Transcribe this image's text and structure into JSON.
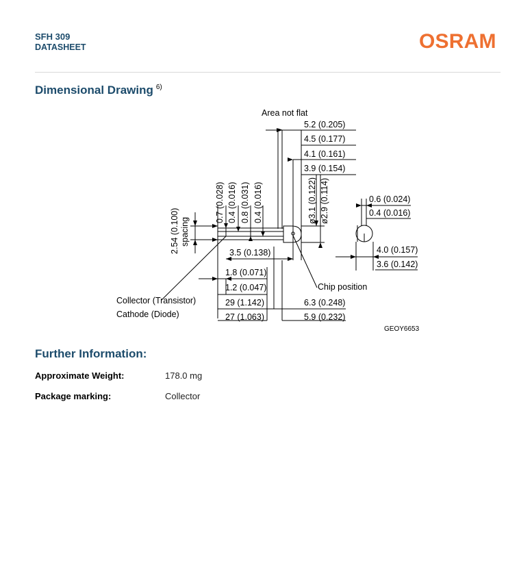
{
  "header": {
    "product": "SFH 309",
    "doc_type": "DATASHEET",
    "brand": "OSRAM",
    "brand_color": "#ee7031",
    "heading_color": "#1c4b6b"
  },
  "drawing_section": {
    "title": "Dimensional Drawing",
    "footnote_ref": "6)",
    "labels": {
      "area_not_flat": "Area not flat",
      "d_5_2": "5.2 (0.205)",
      "d_4_5": "4.5 (0.177)",
      "d_4_1": "4.1 (0.161)",
      "d_3_9": "3.9 (0.154)",
      "d_0_6": "0.6 (0.024)",
      "d_0_4r": "0.4 (0.016)",
      "d_4_0": "4.0 (0.157)",
      "d_3_6": "3.6 (0.142)",
      "d_0_7": "0.7 (0.028)",
      "d_0_4a": "0.4 (0.016)",
      "d_0_8": "0.8 (0.031)",
      "d_0_4b": "0.4 (0.016)",
      "d_phi3_1": "ø3.1 (0.122)",
      "d_phi2_9": "ø2.9 (0.114)",
      "d_2_54": "2.54 (0.100)",
      "spacing": "spacing",
      "d_3_5": "3.5 (0.138)",
      "d_1_8": "1.8 (0.071)",
      "d_1_2": "1.2 (0.047)",
      "chip_position": "Chip position",
      "collector": "Collector (Transistor)",
      "cathode": "Cathode (Diode)",
      "d_29": "29 (1.142)",
      "d_27": "27 (1.063)",
      "d_6_3": "6.3 (0.248)",
      "d_5_9": "5.9 (0.232)",
      "drawing_code": "GEOY6653"
    }
  },
  "further_info": {
    "title": "Further Information:",
    "rows": [
      {
        "label": "Approximate Weight:",
        "value": "178.0 mg"
      },
      {
        "label": "Package marking:",
        "value": "Collector"
      }
    ]
  }
}
